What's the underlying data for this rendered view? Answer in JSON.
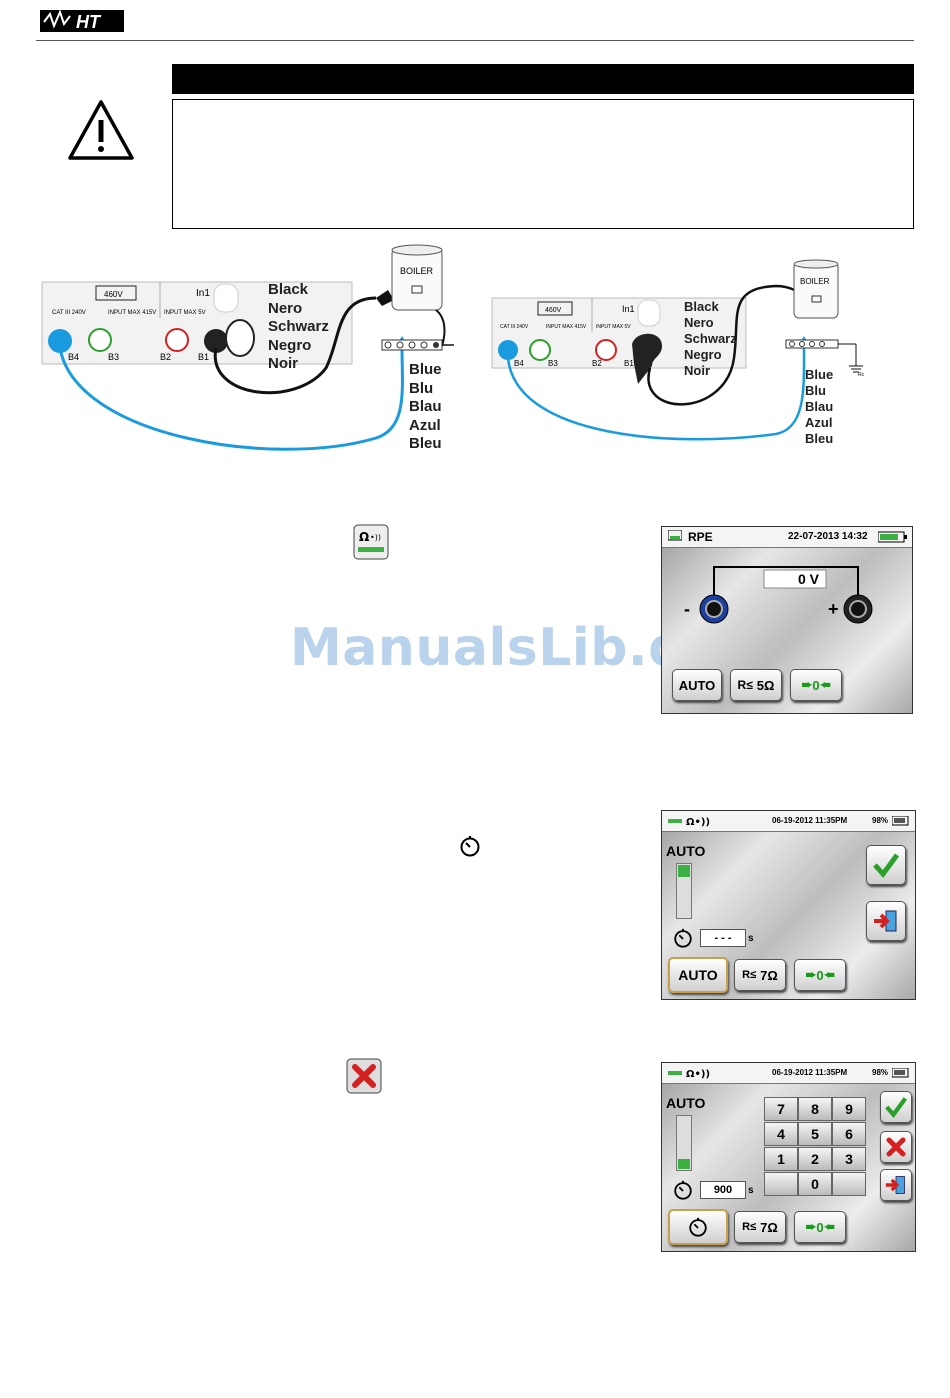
{
  "brand": {
    "logo_text": "HT"
  },
  "diagram": {
    "left": {
      "boiler_label": "BOILER",
      "black_wire": [
        "Black",
        "Nero",
        "Schwarz",
        "Negro",
        "Noir"
      ],
      "blue_wire": [
        "Blue",
        "Blu",
        "Blau",
        "Azul",
        "Bleu"
      ],
      "panel": {
        "cat_text": "CAT III 240V",
        "input_text": "INPUT MAX 415V",
        "input2_text": "INPUT MAX 5V",
        "voltage_badge": "460V",
        "in1": "In1",
        "terminals": [
          "B4",
          "B3",
          "B2",
          "B1"
        ]
      }
    },
    "right": {
      "boiler_label": "BOILER",
      "black_wire": [
        "Black",
        "Nero",
        "Schwarz",
        "Negro",
        "Noir"
      ],
      "blue_wire": [
        "Blue",
        "Blu",
        "Blau",
        "Azul",
        "Bleu"
      ],
      "panel": {
        "cat_text": "CAT III 240V",
        "input_text": "INPUT MAX 415V",
        "input2_text": "INPUT MAX 5V",
        "voltage_badge": "460V",
        "in1": "In1",
        "terminals": [
          "B4",
          "B3",
          "B2",
          "B1"
        ]
      },
      "ground_label": "Rc"
    }
  },
  "watermark": "ManualsLib.de",
  "screen1": {
    "mode": "RPE",
    "datetime": "22-07-2013 14:32",
    "voltage": "0 V",
    "minus": "-",
    "plus": "+",
    "buttons": {
      "auto": "AUTO",
      "limit": "5Ω",
      "zero": "0"
    }
  },
  "screen2": {
    "datetime": "06-19-2012 11:35PM",
    "battery": "98%",
    "mode_label": "AUTO",
    "timer_value": "- - -",
    "timer_unit": "s",
    "buttons": {
      "auto": "AUTO",
      "limit": "7Ω",
      "zero": "0"
    }
  },
  "screen3": {
    "datetime": "06-19-2012 11:35PM",
    "battery": "98%",
    "mode_label": "AUTO",
    "timer_value": "900",
    "timer_unit": "s",
    "keypad": [
      "7",
      "8",
      "9",
      "4",
      "5",
      "6",
      "1",
      "2",
      "3",
      "",
      "0",
      ""
    ],
    "buttons": {
      "limit": "7Ω",
      "zero": "0"
    }
  },
  "colors": {
    "blue_wire": "#1a9be0",
    "green": "#2aa02a",
    "red": "#d32020",
    "accent": "#c9a04a"
  }
}
